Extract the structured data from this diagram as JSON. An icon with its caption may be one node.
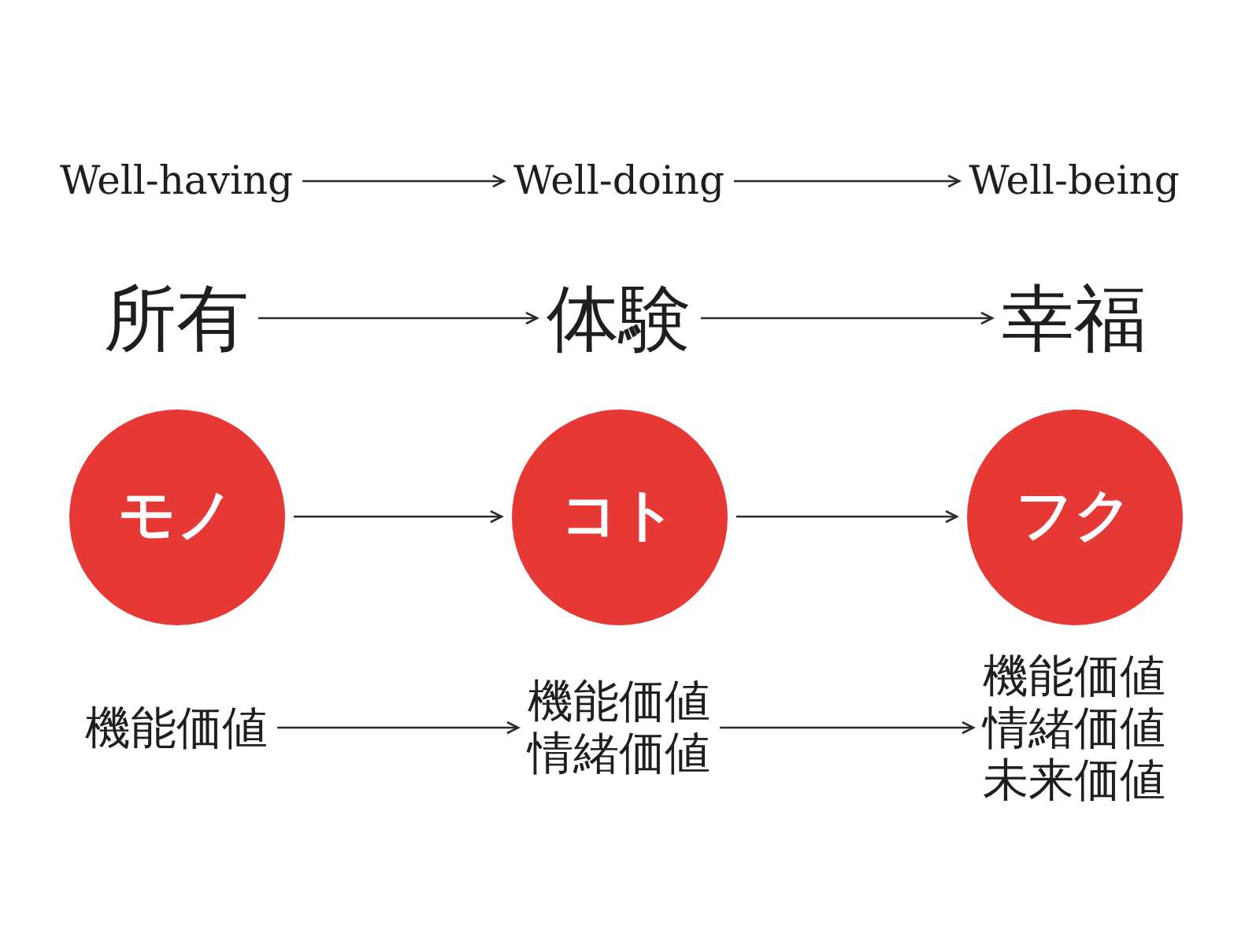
{
  "diagram": {
    "nodes": [
      {
        "text": [
          "Well-having"
        ]
      },
      {
        "text": [
          "Well-doing"
        ]
      },
      {
        "text": [
          "Well-being"
        ]
      },
      {
        "text": [
          "所有"
        ]
      },
      {
        "text": [
          "体験"
        ]
      },
      {
        "text": [
          "幸福"
        ]
      },
      {
        "text": [
          "モノ"
        ]
      },
      {
        "text": [
          "コト"
        ]
      },
      {
        "text": [
          "フク"
        ]
      },
      {
        "text": [
          "機能価値"
        ]
      },
      {
        "text": [
          "機能価値",
          "情緒価値"
        ]
      },
      {
        "text": [
          "機能価値",
          "情緒価値",
          "未来価値"
        ]
      }
    ],
    "edges": [
      {
        "from": 0,
        "to": 1,
        "arrow": "to"
      },
      {
        "from": 1,
        "to": 2,
        "arrow": "to"
      },
      {
        "from": 3,
        "to": 4,
        "arrow": "to"
      },
      {
        "from": 4,
        "to": 5,
        "arrow": "to"
      },
      {
        "from": 6,
        "to": 7,
        "arrow": "to"
      },
      {
        "from": 7,
        "to": 8,
        "arrow": "to"
      },
      {
        "from": 9,
        "to": 10,
        "arrow": "to"
      },
      {
        "from": 10,
        "to": 11,
        "arrow": "to"
      }
    ]
  }
}
